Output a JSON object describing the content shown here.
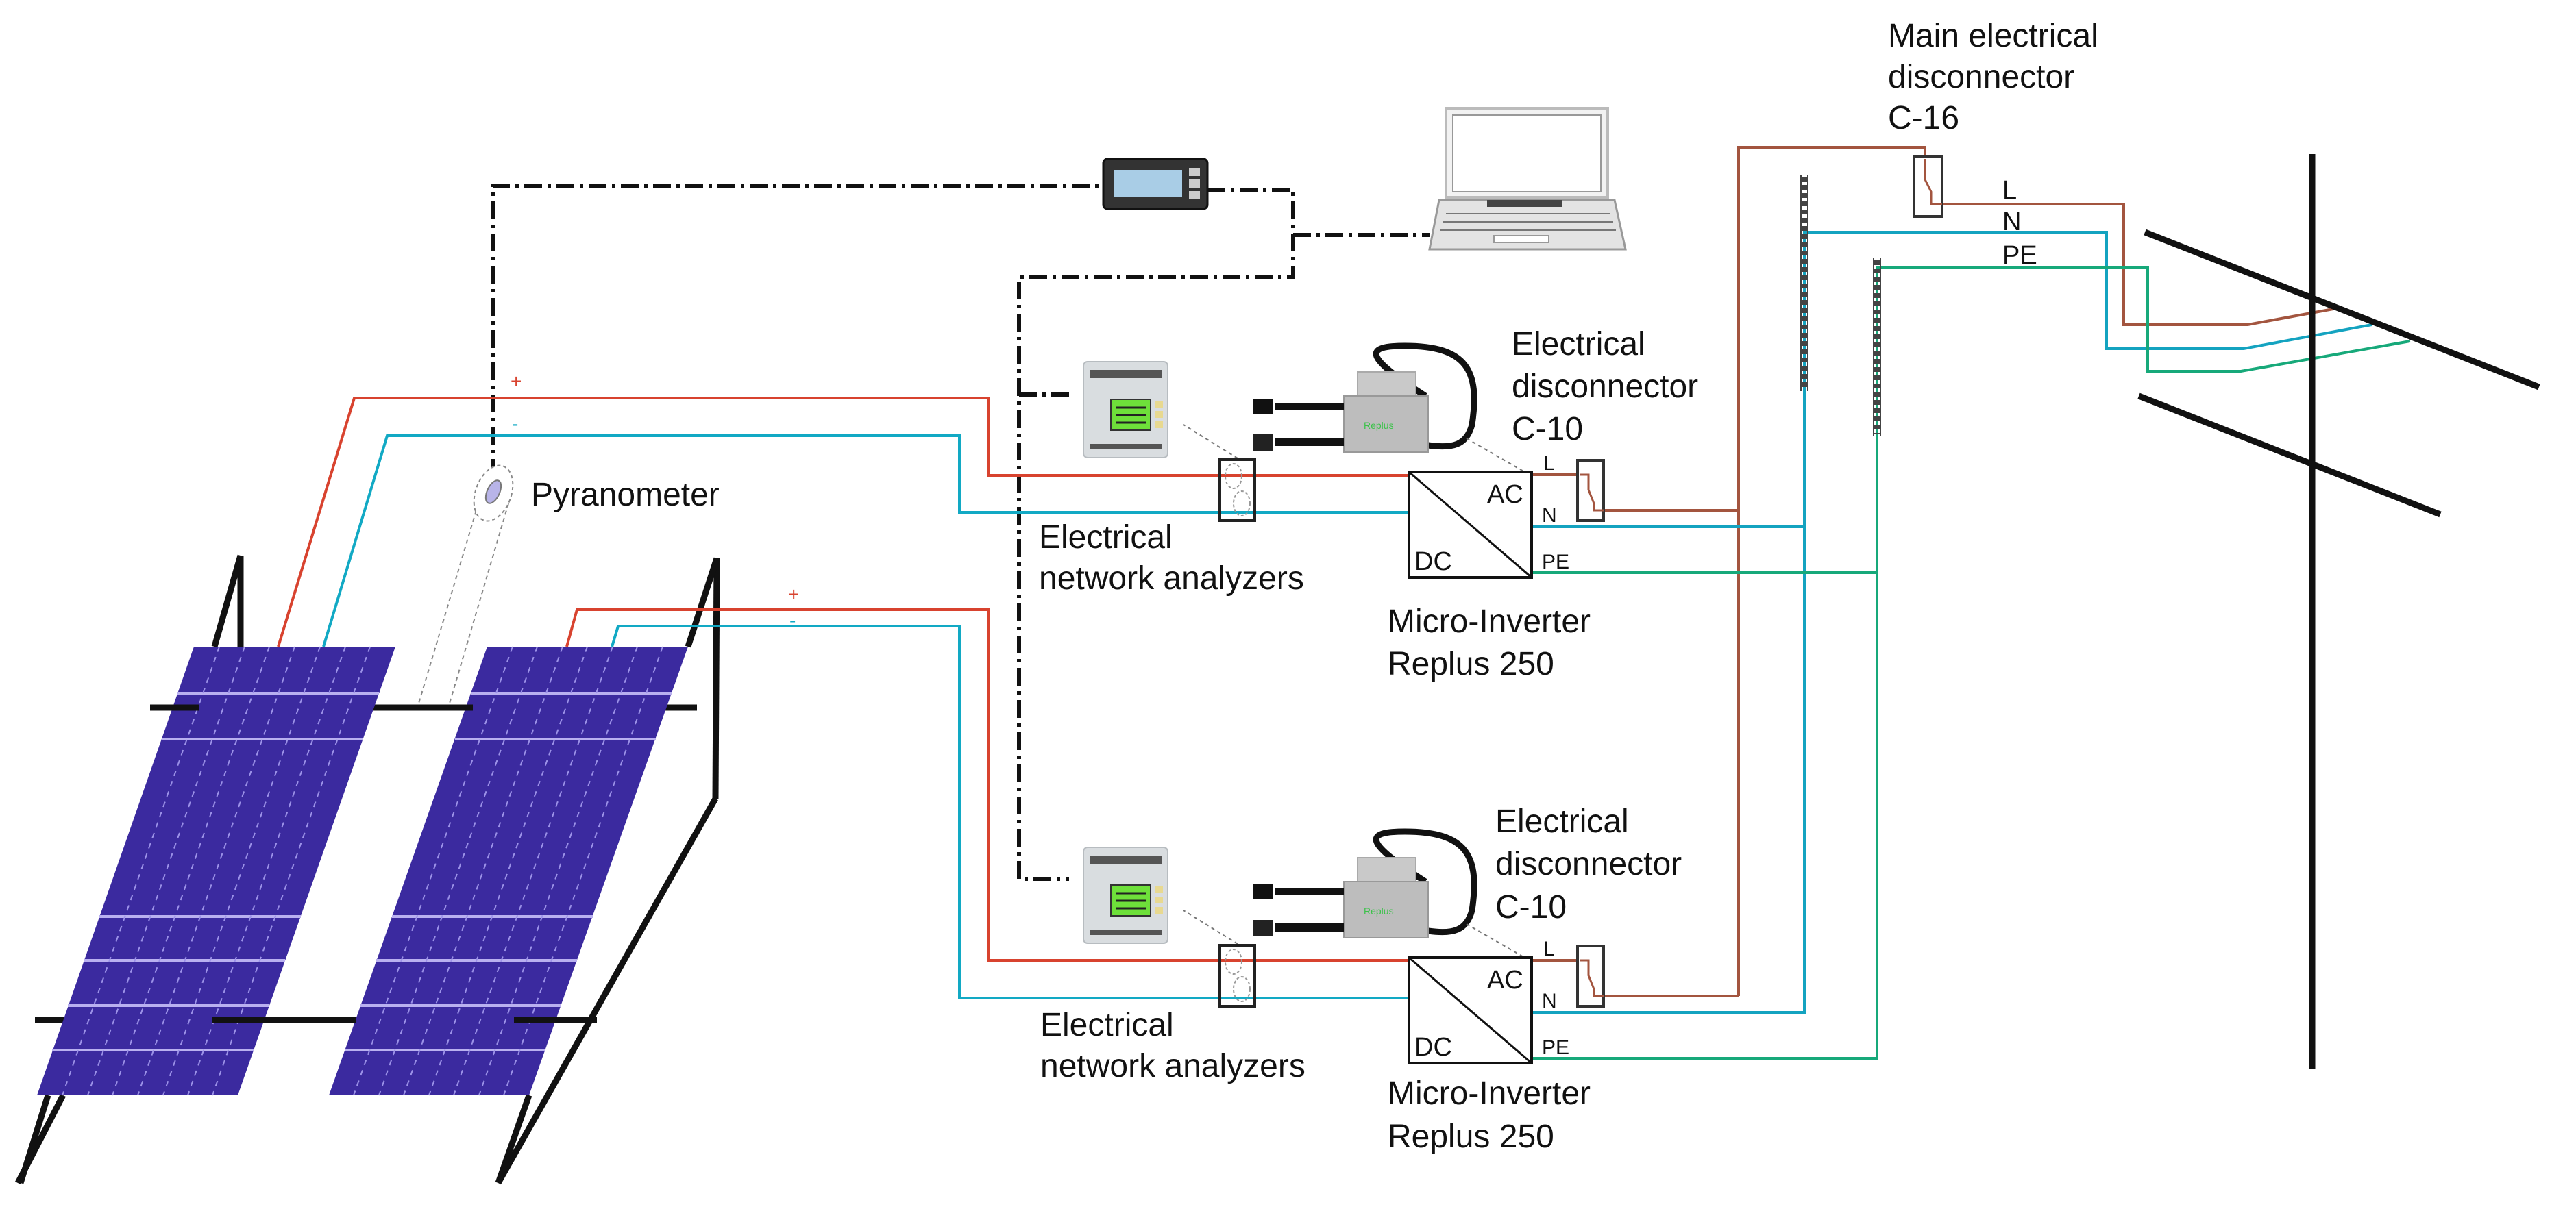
{
  "colors": {
    "dc_positive": "#d8432f",
    "dc_negative": "#12a9c4",
    "line_L": "#a3553f",
    "neutral_N": "#14a3c0",
    "protective_earth_PE": "#17a97a",
    "solar_panel": "#3b2a9f",
    "analyzer_screen": "#6ee03a",
    "inverter_brand_text": "#3cc24a"
  },
  "labels": {
    "pyranometer": "Pyranometer",
    "main_disconnector": [
      "Main electrical",
      "disconnector",
      "C-16"
    ],
    "main_phases": {
      "L": "L",
      "N": "N",
      "PE": "PE"
    },
    "plus": "+",
    "minus": "-",
    "branches": [
      {
        "disconnector": [
          "Electrical",
          "disconnector",
          "C-10"
        ],
        "analyzers": [
          "Electrical",
          "network analyzers"
        ],
        "inverter": [
          "Micro-Inverter",
          "Replus 250"
        ],
        "ac": "AC",
        "dc": "DC",
        "L": "L",
        "N": "N",
        "PE": "PE"
      },
      {
        "disconnector": [
          "Electrical",
          "disconnector",
          "C-10"
        ],
        "analyzers": [
          "Electrical",
          "network analyzers"
        ],
        "inverter": [
          "Micro-Inverter",
          "Replus 250"
        ],
        "ac": "AC",
        "dc": "DC",
        "L": "L",
        "N": "N",
        "PE": "PE"
      }
    ]
  },
  "icons": [
    "solar-panel",
    "pyranometer",
    "data-logger",
    "laptop",
    "network-analyzer",
    "current-sensor",
    "micro-inverter",
    "circuit-breaker",
    "busbar",
    "utility-pole"
  ]
}
